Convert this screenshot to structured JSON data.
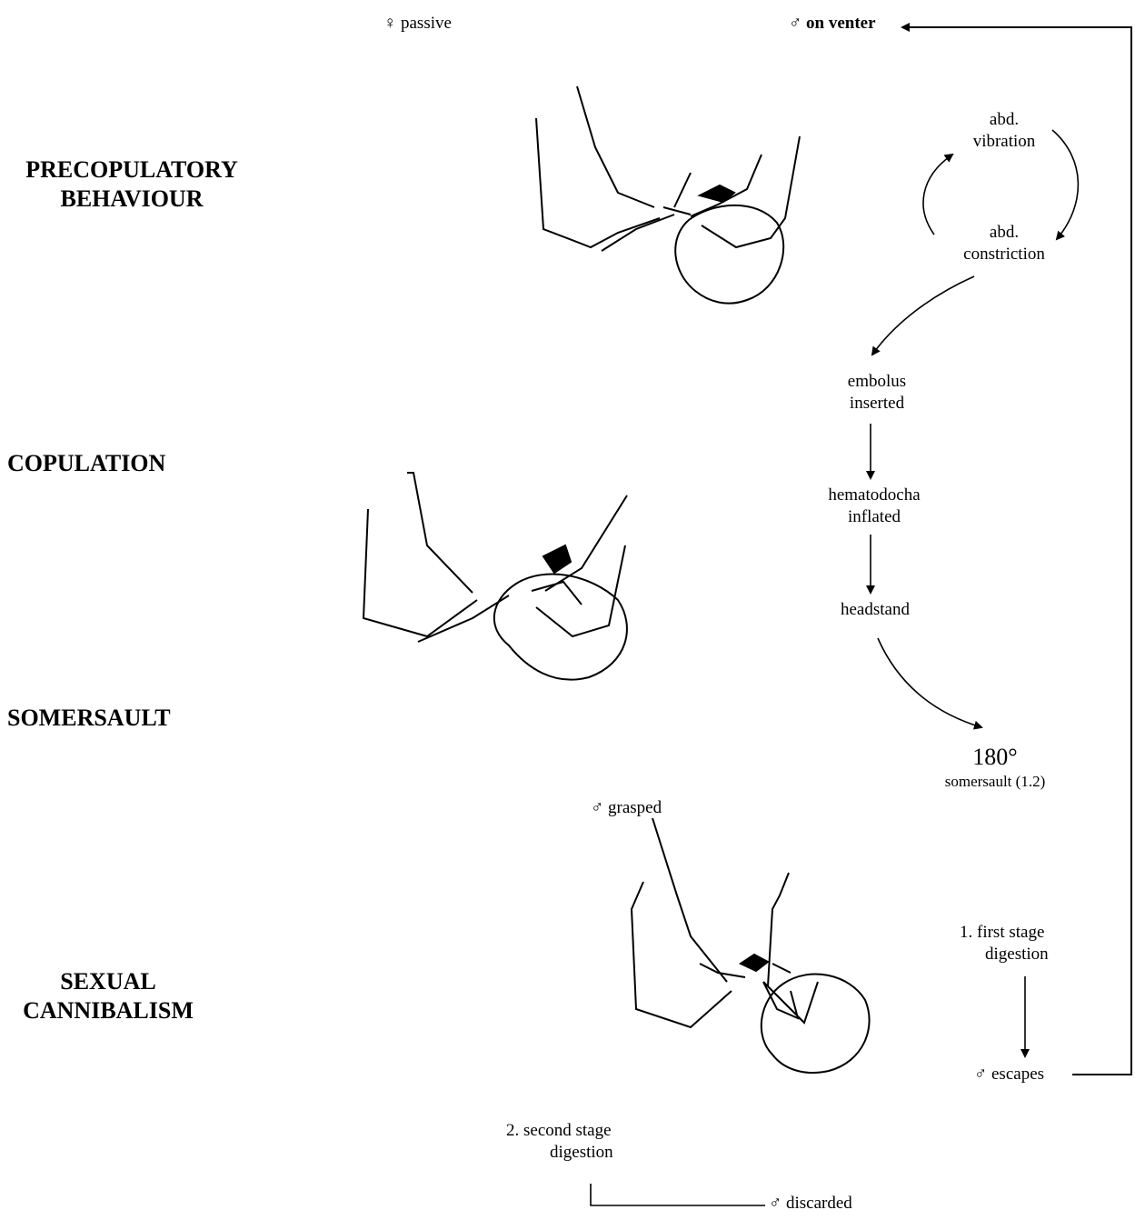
{
  "stages": {
    "precopulatory_line1": "PRECOPULATORY",
    "precopulatory_line2": "BEHAVIOUR",
    "copulation": "COPULATION",
    "somersault": "SOMERSAULT",
    "sexual_line1": "SEXUAL",
    "sexual_line2": "CANNIBALISM"
  },
  "labels": {
    "female_passive": "♀ passive",
    "male_on_venter": "♂ on venter",
    "abd_vibration_1": "abd.",
    "abd_vibration_2": "vibration",
    "abd_constriction_1": "abd.",
    "abd_constriction_2": "constriction",
    "embolus_1": "embolus",
    "embolus_2": "inserted",
    "hematodocha_1": "hematodocha",
    "hematodocha_2": "inflated",
    "headstand": "headstand",
    "somersault_deg": "180°",
    "somersault_text": "somersault (1.2)",
    "male_grasped": "♂ grasped",
    "first_stage_1": "1. first stage",
    "first_stage_2": "digestion",
    "male_escapes": "♂ escapes",
    "second_stage_1": "2. second stage",
    "second_stage_2": "digestion",
    "male_discarded": "♂ discarded"
  },
  "icons": {
    "spider_1": "spider-drawing-precopulatory",
    "spider_2": "spider-drawing-copulation",
    "spider_3": "spider-drawing-cannibalism"
  }
}
